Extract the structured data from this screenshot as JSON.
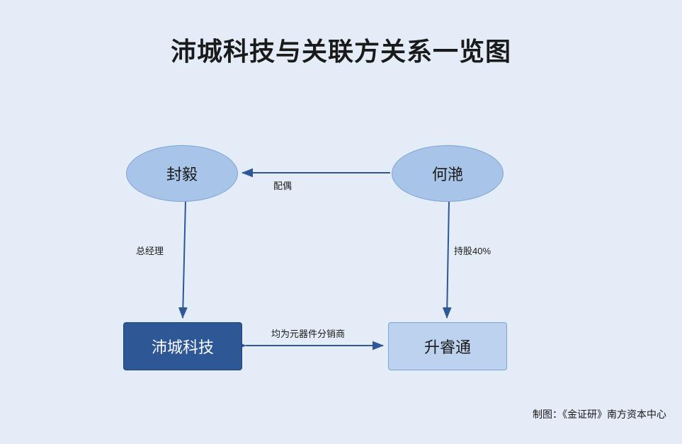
{
  "title": "沛城科技与关联方关系一览图",
  "nodes": {
    "fengyi": "封毅",
    "heyan": "何滟",
    "peicheng": "沛城科技",
    "shengruitong": "升睿通"
  },
  "edge_labels": {
    "spouse": "配偶",
    "general_manager": "总经理",
    "shareholding": "持股40%",
    "distributor": "均为元器件分销商"
  },
  "credit": "制图：《金证研》南方资本中心",
  "colors": {
    "background": "#e4ecf7",
    "ellipse_fill": "#a8c4e8",
    "highlight_fill": "#2e5796",
    "light_rect_fill": "#bdd2ee",
    "edge": "#2e5796"
  }
}
